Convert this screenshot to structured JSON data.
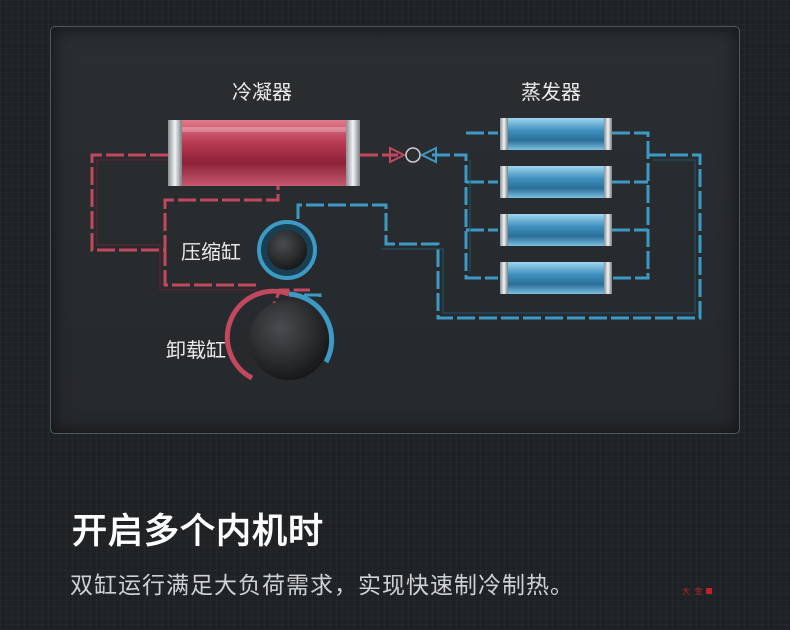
{
  "diagram": {
    "labels": {
      "condenser": "冷凝器",
      "evaporator": "蒸发器",
      "compressor_cylinder": "压缩缸",
      "unloading_cylinder": "卸载缸"
    },
    "evaporator_count": 4
  },
  "text": {
    "headline": "开启多个内机时",
    "subline": "双缸运行满足大负荷需求，实现快速制冷制热。",
    "watermark": "大 金"
  },
  "colors": {
    "hot_red": "#c2485e",
    "cold_blue": "#3c9ac4",
    "background": "#1f2224",
    "watermark": "#c0202a"
  }
}
